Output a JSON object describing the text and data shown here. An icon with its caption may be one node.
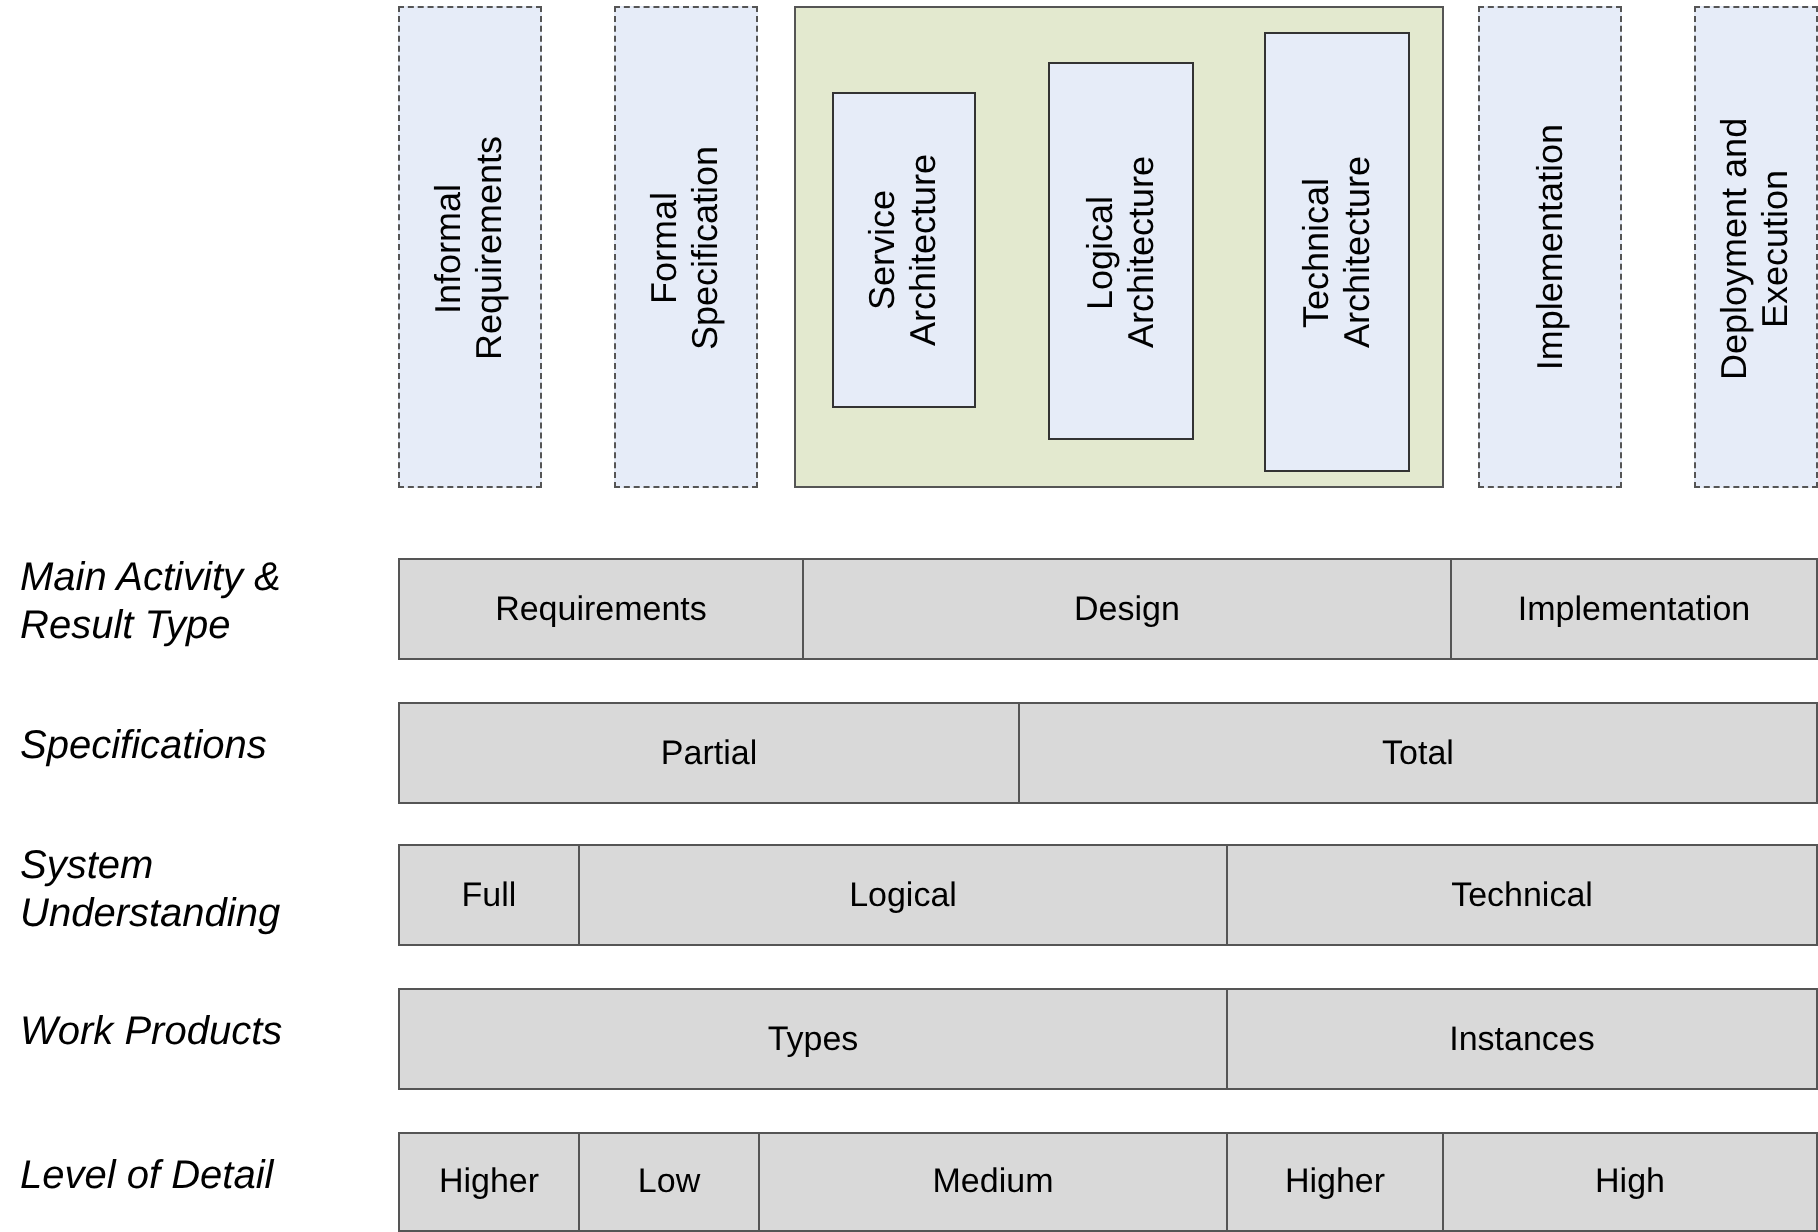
{
  "diagram": {
    "nodes": [
      {
        "text": [
          "Informal Requirements"
        ]
      },
      {
        "text": [
          "Formal Specification"
        ]
      },
      {
        "text": [],
        "shape": "box"
      },
      {
        "text": [
          "Service Architecture"
        ],
        "in": 2
      },
      {
        "text": [
          "Logical Architecture"
        ],
        "in": 2
      },
      {
        "text": [
          "Technical Architecture"
        ],
        "in": 2
      },
      {
        "text": [
          "Implementation"
        ]
      },
      {
        "text": [
          "Deployment and Execution"
        ]
      },
      {
        "text": [
          "Requirements"
        ]
      },
      {
        "text": [
          "Design"
        ]
      },
      {
        "text": [
          "Implementation"
        ]
      },
      {
        "text": [
          "Partial"
        ]
      },
      {
        "text": [
          "Total"
        ]
      },
      {
        "text": [
          "Full"
        ]
      },
      {
        "text": [
          "Logical"
        ]
      },
      {
        "text": [
          "Technical"
        ]
      },
      {
        "text": [
          "Types"
        ]
      },
      {
        "text": [
          "Instances"
        ]
      },
      {
        "text": [
          "Higher"
        ]
      },
      {
        "text": [
          "Low"
        ]
      },
      {
        "text": [
          "Medium"
        ]
      },
      {
        "text": [
          "Higher"
        ]
      },
      {
        "text": [
          "High"
        ]
      }
    ],
    "edges": [],
    "labels": [
      "Main Activity & Result Type",
      "Specifications",
      "System Understanding",
      "Work Products",
      "Level of Detail"
    ]
  }
}
